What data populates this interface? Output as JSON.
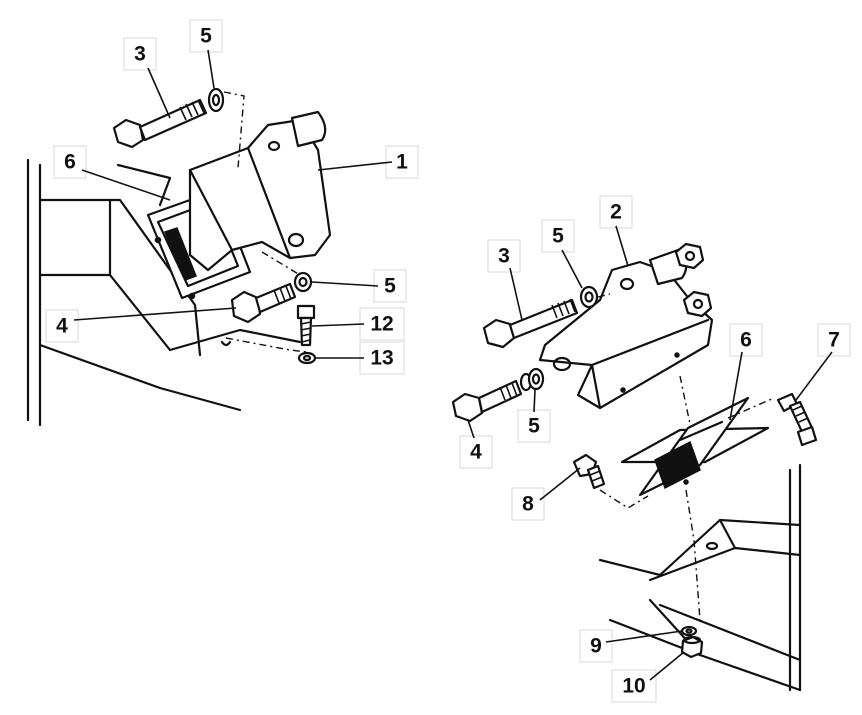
{
  "callouts": {
    "left_bolt_long": "3",
    "left_washer_top": "5",
    "left_insulator": "6",
    "left_bracket": "1",
    "left_washer_mid": "5",
    "left_bolt_short": "4",
    "left_screw": "12",
    "left_lockwasher": "13",
    "right_bracket": "2",
    "right_bolt_long": "3",
    "right_washer_top": "5",
    "right_insulator": "6",
    "right_screw_side": "7",
    "right_bolt_short": "4",
    "right_washer_low": "5",
    "right_screw_low": "8",
    "right_lockwasher": "9",
    "right_nut": "10"
  },
  "colors": {
    "ink": "#111111",
    "paper": "#ffffff",
    "callout_border": "#d8d8d8"
  }
}
